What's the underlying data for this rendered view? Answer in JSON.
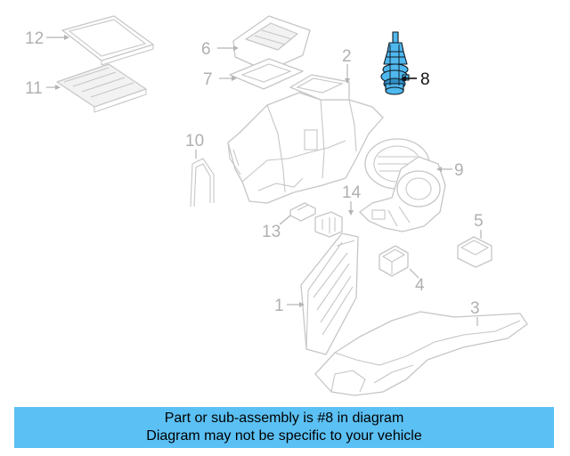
{
  "diagram": {
    "highlight_color": "#4fb8ee",
    "ghost_color": "#c6c6c6",
    "callouts": [
      {
        "id": "1",
        "label": "1"
      },
      {
        "id": "2",
        "label": "2"
      },
      {
        "id": "3",
        "label": "3"
      },
      {
        "id": "4",
        "label": "4"
      },
      {
        "id": "5",
        "label": "5"
      },
      {
        "id": "6",
        "label": "6"
      },
      {
        "id": "7",
        "label": "7"
      },
      {
        "id": "8",
        "label": "8",
        "highlighted": true
      },
      {
        "id": "9",
        "label": "9"
      },
      {
        "id": "10",
        "label": "10"
      },
      {
        "id": "11",
        "label": "11"
      },
      {
        "id": "12",
        "label": "12"
      },
      {
        "id": "13",
        "label": "13"
      },
      {
        "id": "14",
        "label": "14"
      }
    ]
  },
  "banner": {
    "line1": "Part or sub-assembly is #8 in diagram",
    "line2": "Diagram may not be specific to your vehicle",
    "background": "#5bc0f4"
  }
}
